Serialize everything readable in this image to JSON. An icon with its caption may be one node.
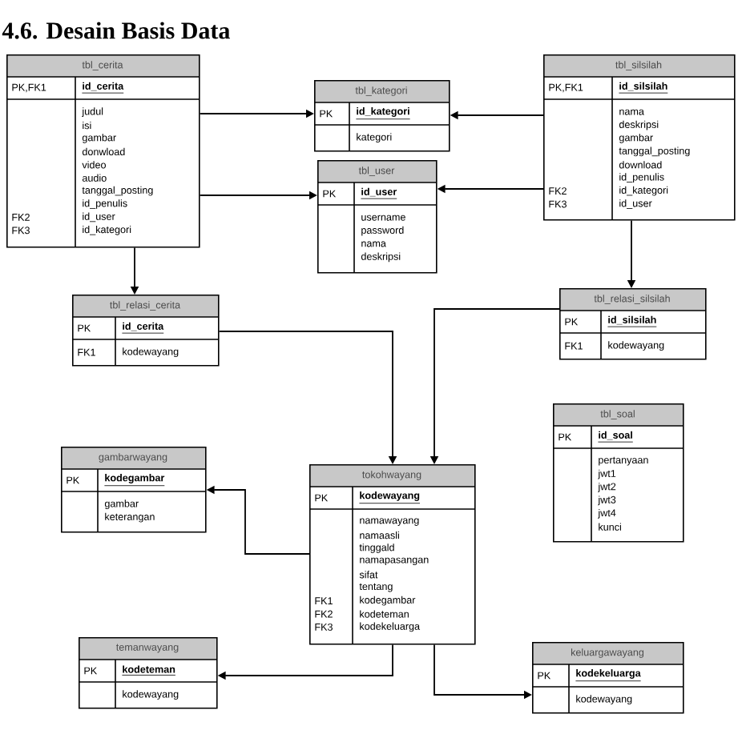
{
  "diagram": {
    "title": "4.6. Desain Basis Data",
    "nodes": [
      {
        "text": [
          "tbl_cerita",
          "PK,FK1",
          "id_cerita",
          "judul",
          "isi",
          "gambar",
          "donwload",
          "video",
          "audio",
          "tanggal_posting",
          "id_penulis",
          "FK2",
          "id_user",
          "FK3",
          "id_kategori"
        ]
      },
      {
        "text": [
          "tbl_kategori",
          "PK",
          "id_kategori",
          "kategori"
        ]
      },
      {
        "text": [
          "tbl_user",
          "PK",
          "id_user",
          "username",
          "password",
          "nama",
          "deskripsi"
        ]
      },
      {
        "text": [
          "tbl_silsilah",
          "PK,FK1",
          "id_silsilah",
          "nama",
          "deskripsi",
          "gambar",
          "tanggal_posting",
          "download",
          "id_penulis",
          "FK2",
          "id_kategori",
          "FK3",
          "id_user"
        ]
      },
      {
        "text": [
          "tbl_relasi_cerita",
          "PK",
          "id_cerita",
          "FK1",
          "kodewayang"
        ]
      },
      {
        "text": [
          "tbl_relasi_silsilah",
          "PK",
          "id_silsilah",
          "FK1",
          "kodewayang"
        ]
      },
      {
        "text": [
          "tbl_soal",
          "PK",
          "id_soal",
          "pertanyaan",
          "jwt1",
          "jwt2",
          "jwt3",
          "jwt4",
          "kunci"
        ]
      },
      {
        "text": [
          "gambarwayang",
          "PK",
          "kodegambar",
          "gambar",
          "keterangan"
        ]
      },
      {
        "text": [
          "tokohwayang",
          "PK",
          "kodewayang",
          "namawayang",
          "namaasli",
          "tinggald",
          "namapasangan",
          "sifat",
          "tentang",
          "FK1",
          "kodegambar",
          "FK2",
          "kodeteman",
          "FK3",
          "kodekeluarga"
        ]
      },
      {
        "text": [
          "temanwayang",
          "PK",
          "kodeteman",
          "kodewayang"
        ]
      },
      {
        "text": [
          "keluargawayang",
          "PK",
          "kodekeluarga",
          "kodewayang"
        ]
      }
    ],
    "edges": [
      {
        "from": 0,
        "to": 1,
        "arrow": "to"
      },
      {
        "from": 0,
        "to": 2,
        "arrow": "to"
      },
      {
        "from": 3,
        "to": 1,
        "arrow": "to"
      },
      {
        "from": 3,
        "to": 2,
        "arrow": "to"
      },
      {
        "from": 0,
        "to": 4,
        "arrow": "to"
      },
      {
        "from": 3,
        "to": 5,
        "arrow": "to"
      },
      {
        "from": 4,
        "to": 8,
        "arrow": "to"
      },
      {
        "from": 5,
        "to": 8,
        "arrow": "to"
      },
      {
        "from": 8,
        "to": 7,
        "arrow": "to"
      },
      {
        "from": 8,
        "to": 9,
        "arrow": "to"
      },
      {
        "from": 8,
        "to": 10,
        "arrow": "to"
      }
    ]
  }
}
